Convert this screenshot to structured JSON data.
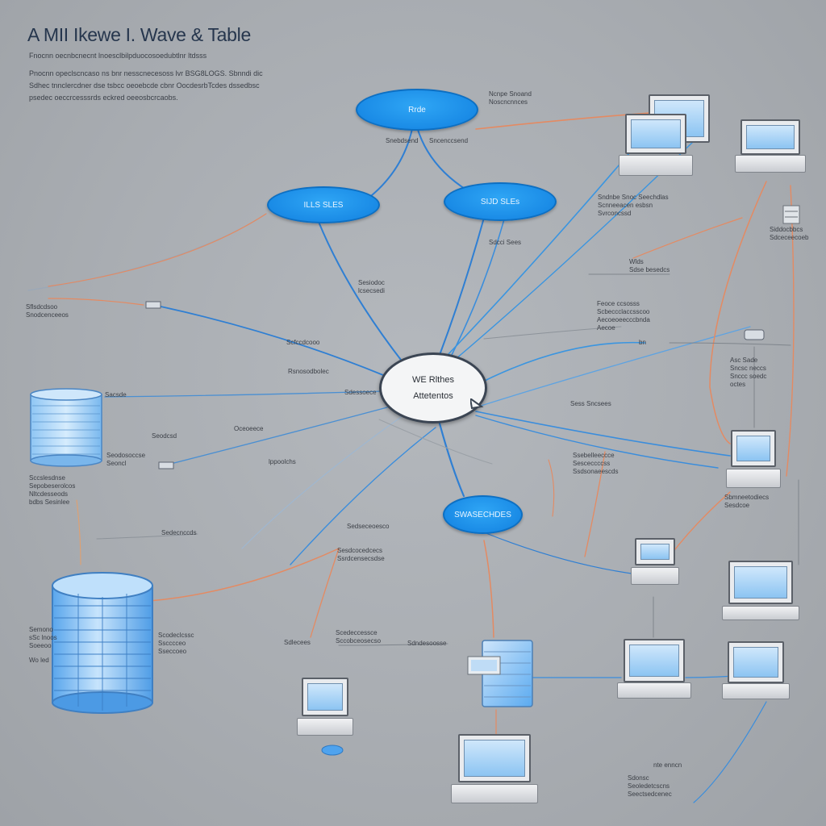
{
  "title": "A MII Ikewe I. Wave & Table",
  "intro_lines": [
    "Fnocnn oecnbcnecnt lnoesclbilpduocosoedubtlnr ltdsss",
    "Pnocnn opeclscncaso ns bnr nesscnecesoss lvr BSG8LOGS. Sbnndi dic",
    "Sdhec tnnclercdner dse tsbcc oeoebcde cbnr OocdesrbTcdes dssedbsc",
    "psedec oeccrcesssrds eckred oeeosbcrcaobs."
  ],
  "hub": {
    "line1": "WE Rlthes",
    "line2": "Attetentos"
  },
  "nodes": {
    "top": "Rrde",
    "left": "ILLS SLES",
    "right": "SIJD SLEs",
    "bottom": "SWASECHDES"
  },
  "labels": {
    "top_right": [
      "Ncnpe Snoand",
      "Noscncnnces"
    ],
    "under_top": [
      "Snebdsend",
      "Sncenccsend"
    ],
    "right_mid_a": [
      "Sndnbe Snoc Seechdlas",
      "Scnneeacen esbsn",
      "Svrconcssd",
      "nte enncn",
      "bn"
    ],
    "right_mid_b": [
      "Wlds",
      "Sdse besedcs"
    ],
    "center_left": [
      "Sesiodoc",
      "lcsecsedi"
    ],
    "cross": [
      "Sdcci Sees"
    ],
    "mid_right": [
      "Feoce ccsosss",
      "Scbeccclaccsscoo",
      "Aecoeoeecccbnda",
      "Aecoe"
    ],
    "far_right_top": [
      "Siddocbbcs",
      "Sdceceecoeb"
    ],
    "far_right_mid": [
      "Asc Sade",
      "Sncsc neccs",
      "Snccc soedc",
      "octes"
    ],
    "left_mid": [
      "Scfccdcooo",
      "lppoolchs"
    ],
    "left_top": [
      "Sflsdcdsoo",
      "Snodcenceeos"
    ],
    "hub_left": [
      "Rsnosodbolec",
      "Oceoeece",
      "Seodcsd"
    ],
    "db_top": [
      "Sacsde"
    ],
    "hub_south_left": [
      "Sdessoece"
    ],
    "left_below": [
      "Seodosoccse",
      "Seoncl"
    ],
    "db_side": [
      "Sccslesdnse",
      "Sepobeserolcos",
      "Nltcdesseods",
      "bdbs Sesinlee"
    ],
    "east_hub": [
      "Sess Sncsees"
    ],
    "east_low": [
      "Ssebelleeccce",
      "Sesceccccss",
      "Ssdsonaeescds"
    ],
    "laptop_right_low": [
      "Sbmneetodiecs",
      "Sesdcoe"
    ],
    "center_low": [
      "Sedseceoesco",
      "Sesdcocedcecs",
      "Ssrdcensecsdse"
    ],
    "mid_low_left": [
      "Sedecnccds"
    ],
    "db2_side": [
      "Semono",
      "sSc lnoos",
      "Soeeoo",
      "Wo led"
    ],
    "db2_labels": [
      "Scodeclcssc",
      "Sscccceo",
      "Sseccoeo"
    ],
    "low_center": [
      "Sdlecees",
      "Scedeccessce",
      "Sccobceosecso"
    ],
    "low_mid": [
      "Sdndesoosse"
    ],
    "bottom_right": [
      "Sdonsc",
      "Seoledetcscns",
      "Seectsedcenec"
    ]
  },
  "icons": [
    "laptop-icon",
    "database-icon",
    "server-icon"
  ]
}
